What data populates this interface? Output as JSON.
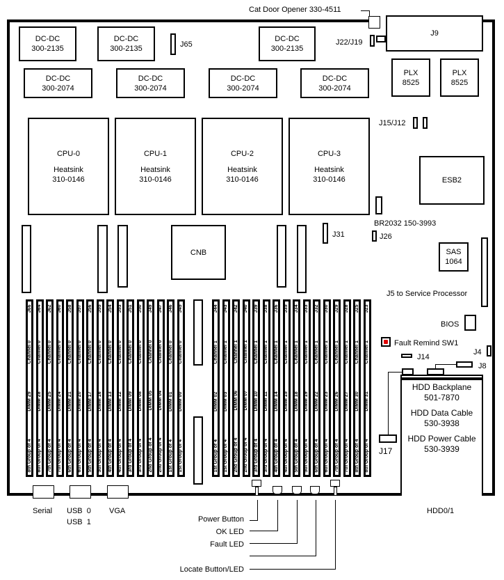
{
  "title": "Motherboard component layout",
  "top_labels": {
    "cat_door": "Cat Door Opener 330-4511",
    "j22_j19": "J22/J19",
    "j65": "J65",
    "j9": "J9",
    "j15_j12": "J15/J12"
  },
  "dcdc_top": [
    {
      "name": "DC-DC",
      "part": "300-2135"
    },
    {
      "name": "DC-DC",
      "part": "300-2135"
    },
    {
      "name": "DC-DC",
      "part": "300-2135"
    }
  ],
  "dcdc_bottom": [
    {
      "name": "DC-DC",
      "part": "300-2074"
    },
    {
      "name": "DC-DC",
      "part": "300-2074"
    },
    {
      "name": "DC-DC",
      "part": "300-2074"
    },
    {
      "name": "DC-DC",
      "part": "300-2074"
    }
  ],
  "plx": [
    {
      "name": "PLX",
      "part": "8525"
    },
    {
      "name": "PLX",
      "part": "8525"
    }
  ],
  "cpus": [
    {
      "name": "CPU-0",
      "heatsink": "Heatsink",
      "part": "310-0146"
    },
    {
      "name": "CPU-1",
      "heatsink": "Heatsink",
      "part": "310-0146"
    },
    {
      "name": "CPU-2",
      "heatsink": "Heatsink",
      "part": "310-0146"
    },
    {
      "name": "CPU-3",
      "heatsink": "Heatsink",
      "part": "310-0146"
    }
  ],
  "chips": {
    "esb2": "ESB2",
    "cnb": "CNB",
    "sas_name": "SAS",
    "sas_part": "1064",
    "bios": "BIOS"
  },
  "labels": {
    "battery": "BR2032 150-3993",
    "j31": "J31",
    "j26": "J26",
    "j5": "J5 to Service Processor",
    "fault_remind": "Fault Remind SW1",
    "j4": "J4",
    "j14": "J14",
    "j8": "J8",
    "j17": "J17",
    "hdd_backplane": "HDD Backplane",
    "hdd_backplane_part": "501-7870",
    "hdd_data_cable": "HDD Data Cable",
    "hdd_data_cable_part": "530-3938",
    "hdd_power_cable": "HDD Power Cable",
    "hdd_power_cable_part": "530-3939",
    "hdd01": "HDD0/1"
  },
  "rear_ports": {
    "serial": "Serial",
    "usb0": "USB  0",
    "usb1": "USB  1",
    "vga": "VGA"
  },
  "front_panel": {
    "power_button": "Power Button",
    "ok_led": "OK LED",
    "fault_led": "Fault LED",
    "locate": "Locate Button/LED"
  },
  "dimms_channel0": [
    {
      "group": "8th Group of 4",
      "dimm": "DIMM  29",
      "channel": "Channel 0",
      "jack": "J66"
    },
    {
      "group": "8th Group of 4",
      "dimm": "DIMM  28",
      "channel": "Channel 0",
      "jack": "J64"
    },
    {
      "group": "7th Group of 4",
      "dimm": "DIMM  25",
      "channel": "Channel 0",
      "jack": "J62"
    },
    {
      "group": "7th Group of 4",
      "dimm": "DIMM  24",
      "channel": "Channel 0",
      "jack": "J60"
    },
    {
      "group": "6th Group of 4",
      "dimm": "DIMM  21",
      "channel": "Channel 0",
      "jack": "J58"
    },
    {
      "group": "6th Group of 4",
      "dimm": "DIMM  20",
      "channel": "Channel 0",
      "jack": "J57"
    },
    {
      "group": "5th Group of 4",
      "dimm": "DIMM  17",
      "channel": "Channel 0",
      "jack": "J56"
    },
    {
      "group": "5th Group of 4",
      "dimm": "DIMM  16",
      "channel": "Channel 0",
      "jack": "J55"
    },
    {
      "group": "4th Group of 4",
      "dimm": "DIMM  13",
      "channel": "Channel 0",
      "jack": "J54"
    },
    {
      "group": "4th Group of 4",
      "dimm": "DIMM  12",
      "channel": "Channel 0",
      "jack": "J53"
    },
    {
      "group": "3rd Group of 4",
      "dimm": "DIMM  09",
      "channel": "Channel 0",
      "jack": "J51"
    },
    {
      "group": "3rd Group of 4",
      "dimm": "DIMM  08",
      "channel": "Channel 0",
      "jack": "J50"
    },
    {
      "group": "2nd Group of 4",
      "dimm": "DIMM  05",
      "channel": "Channel 0",
      "jack": "J49"
    },
    {
      "group": "2nd Group of 4",
      "dimm": "DIMM  04",
      "channel": "Channel 0",
      "jack": "J47"
    },
    {
      "group": "1st Group of 4",
      "dimm": "DIMM  01",
      "channel": "Channel 0",
      "jack": "J46"
    },
    {
      "group": "1st Group of 4",
      "dimm": "DIMM  00",
      "channel": "Channel 0",
      "jack": "J45"
    }
  ],
  "dimms_channel1": [
    {
      "group": "1st Group of 4",
      "dimm": "DIMM  02",
      "channel": "Channel 1",
      "jack": "J44"
    },
    {
      "group": "1st Group of 4",
      "dimm": "DIMM  03",
      "channel": "Channel 1",
      "jack": "J43"
    },
    {
      "group": "2nd Group of 4",
      "dimm": "DIMM  06",
      "channel": "Channel 1",
      "jack": "J42"
    },
    {
      "group": "2nd Group of 4",
      "dimm": "DIMM  07",
      "channel": "Channel 1",
      "jack": "J40"
    },
    {
      "group": "3rd Group of 4",
      "dimm": "DIMM  10",
      "channel": "Channel 1",
      "jack": "J39"
    },
    {
      "group": "3rd Group of 4",
      "dimm": "DIMM  11",
      "channel": "Channel 1",
      "jack": "J38"
    },
    {
      "group": "4th Group of 4",
      "dimm": "DIMM  14",
      "channel": "Channel 1",
      "jack": "J36"
    },
    {
      "group": "4th Group of 4",
      "dimm": "DIMM  15",
      "channel": "Channel 1",
      "jack": "J35"
    },
    {
      "group": "5th Group of 4",
      "dimm": "DIMM  18",
      "channel": "Channel 1",
      "jack": "J34"
    },
    {
      "group": "5th Group of 4",
      "dimm": "DIMM  19",
      "channel": "Channel 1",
      "jack": "J33"
    },
    {
      "group": "6th Group of 4",
      "dimm": "DIMM  22",
      "channel": "Channel 1",
      "jack": "J32"
    },
    {
      "group": "6th Group of 4",
      "dimm": "DIMM  23",
      "channel": "Channel 1",
      "jack": "J30"
    },
    {
      "group": "7th Group of 4",
      "dimm": "DIMM  26",
      "channel": "Channel 1",
      "jack": "J29"
    },
    {
      "group": "7th Group of 4",
      "dimm": "DIMM  27",
      "channel": "Channel 1",
      "jack": "J28"
    },
    {
      "group": "8th Group of 4",
      "dimm": "DIMM  30",
      "channel": "Channel 1",
      "jack": "J25"
    },
    {
      "group": "8th Group of 4",
      "dimm": "DIMM  31",
      "channel": "Channel 1",
      "jack": "J23"
    }
  ],
  "colors": {
    "line": "#000000",
    "fault_remind_led": "#e00000",
    "background": "#ffffff"
  }
}
